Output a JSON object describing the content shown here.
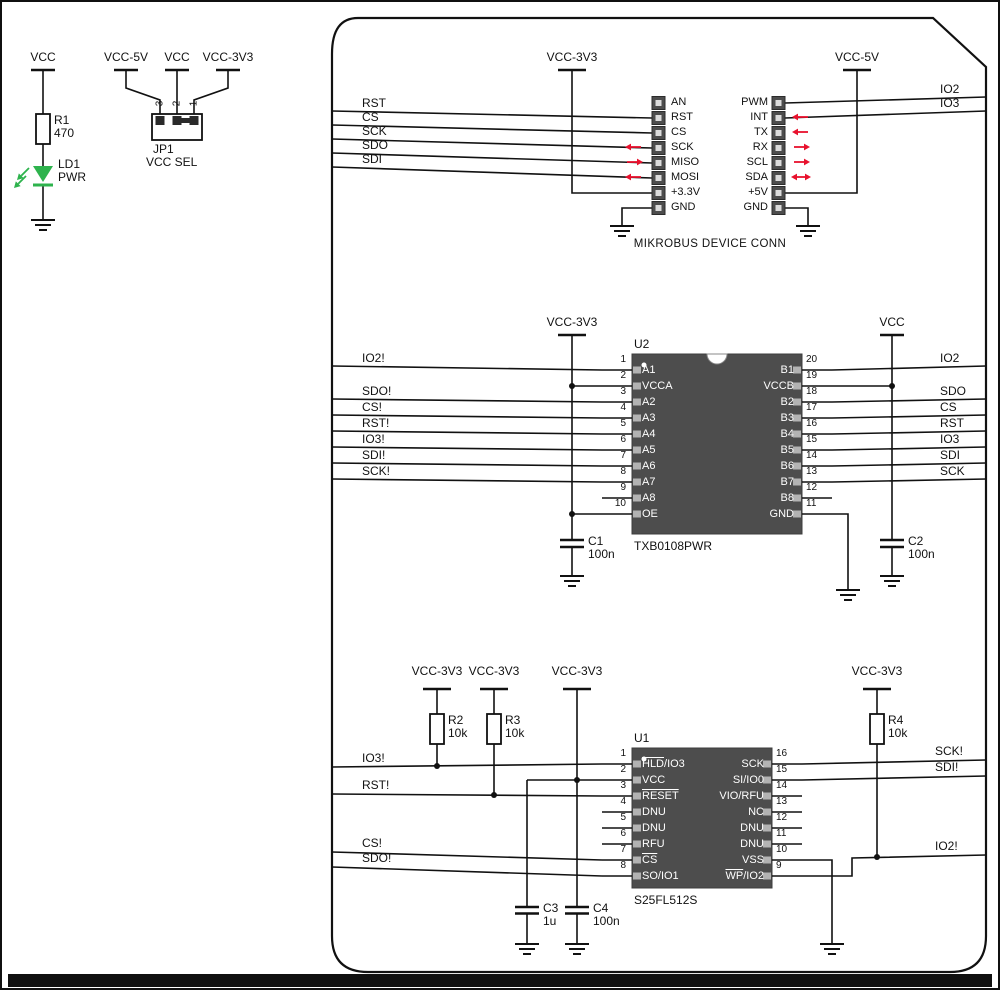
{
  "colors": {
    "chip_body": "#4d4d4d",
    "pin_pad": "#b3b3b3",
    "arrow_red": "#e8112d",
    "led_green": "#2eb34d",
    "wire": "#111111"
  },
  "led_circuit": {
    "rail": "VCC",
    "resistor_ref": "R1",
    "resistor_value": "470",
    "led_ref": "LD1",
    "led_label": "PWR"
  },
  "vcc_sel": {
    "rails": [
      "VCC-5V",
      "VCC",
      "VCC-3V3"
    ],
    "pin_numbers": [
      "3",
      "2",
      "1"
    ],
    "ref": "JP1",
    "label": "VCC SEL"
  },
  "mikrobus": {
    "title": "MIKROBUS DEVICE CONN",
    "left_rail": "VCC-3V3",
    "right_rail": "VCC-5V",
    "left_pins": [
      "AN",
      "RST",
      "CS",
      "SCK",
      "MISO",
      "MOSI",
      "+3.3V",
      "GND"
    ],
    "right_pins": [
      "PWM",
      "INT",
      "TX",
      "RX",
      "SCL",
      "SDA",
      "+5V",
      "GND"
    ],
    "left_signals": [
      "RST",
      "CS",
      "SCK",
      "SDO",
      "SDI"
    ],
    "right_signals": [
      "IO2",
      "IO3"
    ],
    "left_arrows": [
      {
        "pin": "SCK",
        "dir": "left"
      },
      {
        "pin": "MISO",
        "dir": "right"
      },
      {
        "pin": "MOSI",
        "dir": "left"
      }
    ],
    "right_arrows": [
      {
        "pin": "INT",
        "dir": "left"
      },
      {
        "pin": "TX",
        "dir": "left"
      },
      {
        "pin": "RX",
        "dir": "right"
      },
      {
        "pin": "SCL",
        "dir": "right"
      },
      {
        "pin": "SDA",
        "dir": "both"
      }
    ]
  },
  "u2": {
    "ref": "U2",
    "part": "TXB0108PWR",
    "left_rail": "VCC-3V3",
    "right_rail": "VCC",
    "left_pins": [
      {
        "num": "1",
        "name": "A1"
      },
      {
        "num": "2",
        "name": "VCCA"
      },
      {
        "num": "3",
        "name": "A2"
      },
      {
        "num": "4",
        "name": "A3"
      },
      {
        "num": "5",
        "name": "A4"
      },
      {
        "num": "6",
        "name": "A5"
      },
      {
        "num": "7",
        "name": "A6"
      },
      {
        "num": "8",
        "name": "A7"
      },
      {
        "num": "9",
        "name": "A8"
      },
      {
        "num": "10",
        "name": "OE"
      }
    ],
    "right_pins": [
      {
        "num": "20",
        "name": "B1"
      },
      {
        "num": "19",
        "name": "VCCB"
      },
      {
        "num": "18",
        "name": "B2"
      },
      {
        "num": "17",
        "name": "B3"
      },
      {
        "num": "16",
        "name": "B4"
      },
      {
        "num": "15",
        "name": "B5"
      },
      {
        "num": "14",
        "name": "B6"
      },
      {
        "num": "13",
        "name": "B7"
      },
      {
        "num": "12",
        "name": "B8"
      },
      {
        "num": "11",
        "name": "GND"
      }
    ],
    "left_signals": [
      "IO2!",
      "SDO!",
      "CS!",
      "RST!",
      "IO3!",
      "SDI!",
      "SCK!"
    ],
    "right_signals": [
      "IO2",
      "SDO",
      "CS",
      "RST",
      "IO3",
      "SDI",
      "SCK"
    ],
    "caps": [
      {
        "ref": "C1",
        "value": "100n"
      },
      {
        "ref": "C2",
        "value": "100n"
      }
    ]
  },
  "u1": {
    "ref": "U1",
    "part": "S25FL512S",
    "rail": "VCC-3V3",
    "left_pins": [
      {
        "num": "1",
        "bar": "HLD",
        "rest": "/IO3"
      },
      {
        "num": "2",
        "name": "VCC"
      },
      {
        "num": "3",
        "bar": "RESET",
        "rest": ""
      },
      {
        "num": "4",
        "name": "DNU"
      },
      {
        "num": "5",
        "name": "DNU"
      },
      {
        "num": "6",
        "name": "RFU"
      },
      {
        "num": "7",
        "bar": "CS",
        "rest": ""
      },
      {
        "num": "8",
        "name": "SO/IO1"
      }
    ],
    "right_pins": [
      {
        "num": "16",
        "name": "SCK"
      },
      {
        "num": "15",
        "name": "SI/IO0"
      },
      {
        "num": "14",
        "name": "VIO/RFU"
      },
      {
        "num": "13",
        "name": "NC"
      },
      {
        "num": "12",
        "name": "DNU"
      },
      {
        "num": "11",
        "name": "DNU"
      },
      {
        "num": "10",
        "name": "VSS"
      },
      {
        "num": "9",
        "bar": "WP",
        "rest": "/IO2"
      }
    ],
    "left_signals": [
      "IO3!",
      "RST!",
      "CS!",
      "SDO!"
    ],
    "right_signals": [
      "SCK!",
      "SDI!",
      "IO2!"
    ],
    "resistors": [
      {
        "ref": "R2",
        "value": "10k"
      },
      {
        "ref": "R3",
        "value": "10k"
      },
      {
        "ref": "R4",
        "value": "10k"
      }
    ],
    "caps": [
      {
        "ref": "C3",
        "value": "1u"
      },
      {
        "ref": "C4",
        "value": "100n"
      }
    ]
  }
}
